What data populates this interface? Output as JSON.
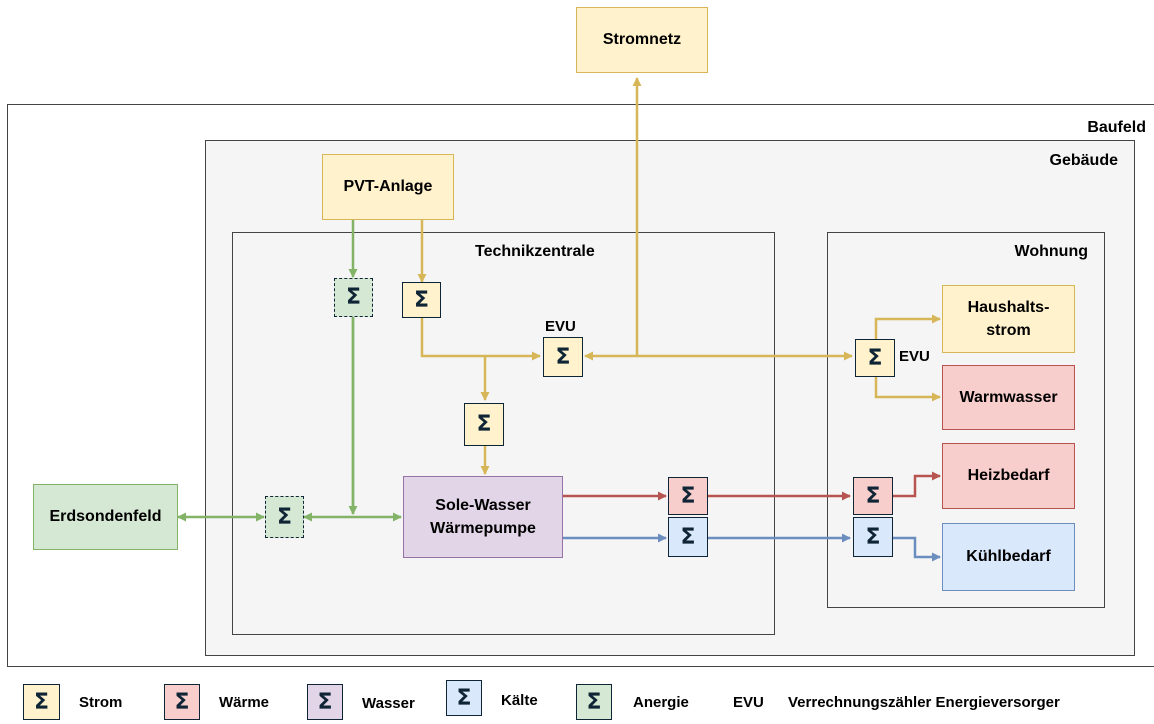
{
  "regions": {
    "baufeld": "Baufeld",
    "gebaeude": "Gebäude",
    "technikzentrale": "Technikzentrale",
    "wohnung": "Wohnung"
  },
  "nodes": {
    "stromnetz": "Stromnetz",
    "pvt": "PVT-Anlage",
    "erdsonden": "Erdsondenfeld",
    "waermepumpe_line1": "Sole-Wasser",
    "waermepumpe_line2": "Wärmepumpe",
    "haushalt_line1": "Haushalts-",
    "haushalt_line2": "strom",
    "warmwasser": "Warmwasser",
    "heizbedarf": "Heizbedarf",
    "kuehlbedarf": "Kühlbedarf"
  },
  "meter_symbol": "Σ",
  "labels": {
    "evu_technik": "EVU",
    "evu_wohnung": "EVU"
  },
  "legend": {
    "strom": "Strom",
    "waerme": "Wärme",
    "wasser": "Wasser",
    "kaelte": "Kälte",
    "anergie": "Anergie",
    "evu_abbr": "EVU",
    "evu_desc": "Verrechnungszähler Energieversorger"
  },
  "colors": {
    "strom_line": "#d6b656",
    "waerme_line": "#b85450",
    "kaelte_line": "#6c8ebf",
    "anergie_line": "#82b366"
  }
}
